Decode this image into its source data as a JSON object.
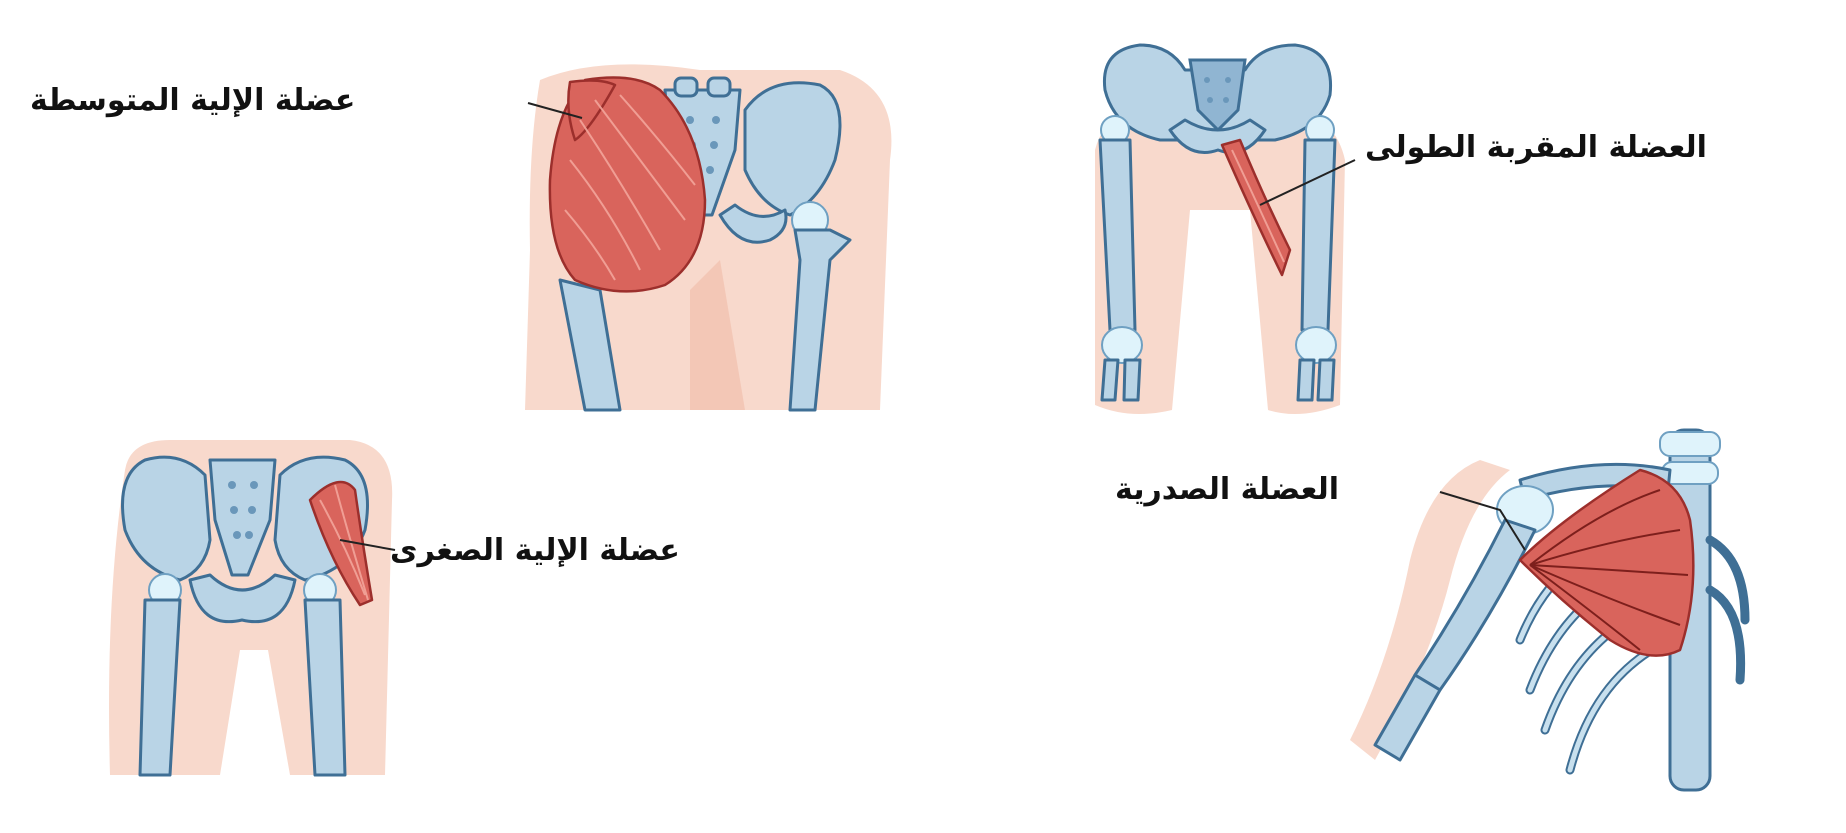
{
  "labels": {
    "gluteus_medius": "عضلة الإلية المتوسطة",
    "adductor_longus": "العضلة المقربة الطولى",
    "gluteus_minimus": "عضلة الإلية الصغرى",
    "pectoralis": "العضلة الصدرية"
  },
  "colors": {
    "muscle": "#d9645c",
    "bone": "#b9d4e6",
    "bone_outline": "#3f6f95",
    "skin": "#f8d9cc"
  }
}
